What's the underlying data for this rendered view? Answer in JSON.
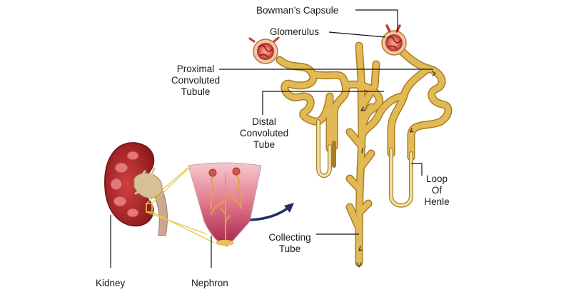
{
  "labels": {
    "bowmans_capsule": "Bowman’s Capsule",
    "glomerulus": "Glomerulus",
    "proximal": [
      "Proximal",
      "Convoluted",
      "Tubule"
    ],
    "distal": [
      "Distal",
      "Convoluted",
      "Tube"
    ],
    "loop": [
      "Loop",
      "Of",
      "Henle"
    ],
    "collecting": [
      "Collecting",
      "Tube"
    ],
    "kidney": "Kidney",
    "nephron": "Nephron"
  },
  "colors": {
    "tubule": "#e2b955",
    "tubule_edge": "#a77f1f",
    "kidney": "#b0282b",
    "kidney_inner": "#e2787a",
    "glomerulus": "#cf3a2e",
    "pelvis": "#d7c095",
    "ureter": "#cfa690",
    "arrow": "#1f2f64",
    "leader": "#111111"
  }
}
